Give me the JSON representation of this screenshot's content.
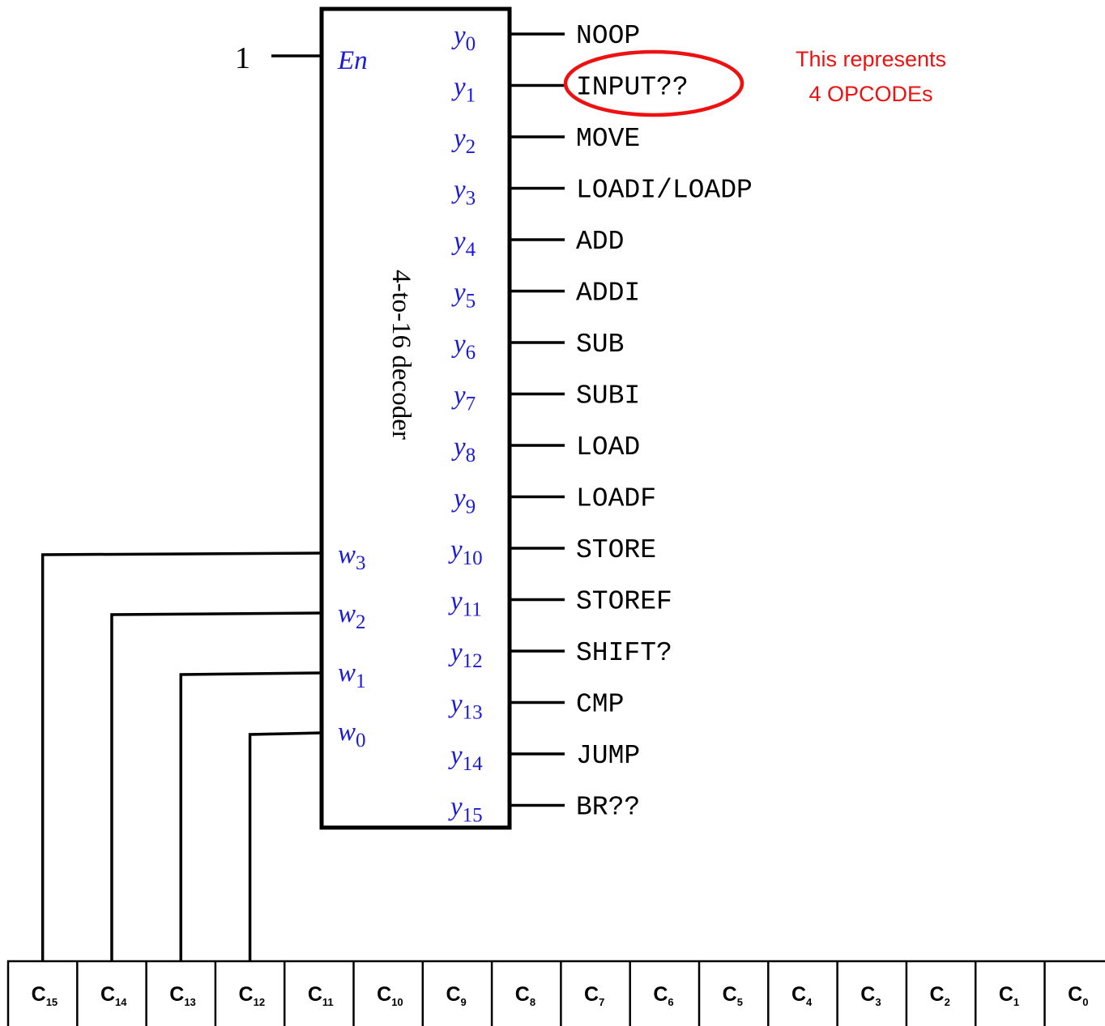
{
  "enable_input": {
    "value": "1",
    "label": "En"
  },
  "decoder_title": "4-to-16 decoder",
  "outputs": [
    {
      "var": "y",
      "sub": "0",
      "opcode": "NOOP"
    },
    {
      "var": "y",
      "sub": "1",
      "opcode": "INPUT??"
    },
    {
      "var": "y",
      "sub": "2",
      "opcode": "MOVE"
    },
    {
      "var": "y",
      "sub": "3",
      "opcode": "LOADI/LOADP"
    },
    {
      "var": "y",
      "sub": "4",
      "opcode": "ADD"
    },
    {
      "var": "y",
      "sub": "5",
      "opcode": "ADDI"
    },
    {
      "var": "y",
      "sub": "6",
      "opcode": "SUB"
    },
    {
      "var": "y",
      "sub": "7",
      "opcode": "SUBI"
    },
    {
      "var": "y",
      "sub": "8",
      "opcode": "LOAD"
    },
    {
      "var": "y",
      "sub": "9",
      "opcode": "LOADF"
    },
    {
      "var": "y",
      "sub": "10",
      "opcode": "STORE"
    },
    {
      "var": "y",
      "sub": "11",
      "opcode": "STOREF"
    },
    {
      "var": "y",
      "sub": "12",
      "opcode": "SHIFT?"
    },
    {
      "var": "y",
      "sub": "13",
      "opcode": "CMP"
    },
    {
      "var": "y",
      "sub": "14",
      "opcode": "JUMP"
    },
    {
      "var": "y",
      "sub": "15",
      "opcode": "BR??"
    }
  ],
  "inputs": [
    {
      "var": "w",
      "sub": "3",
      "connects_to": "15"
    },
    {
      "var": "w",
      "sub": "2",
      "connects_to": "14"
    },
    {
      "var": "w",
      "sub": "1",
      "connects_to": "13"
    },
    {
      "var": "w",
      "sub": "0",
      "connects_to": "12"
    }
  ],
  "annotation": {
    "line1": "This represents",
    "line2": "4 OPCODEs",
    "color": "#ee1111",
    "highlighted_opcode": "INPUT??"
  },
  "register": {
    "letter": "C",
    "bits": [
      "15",
      "14",
      "13",
      "12",
      "11",
      "10",
      "9",
      "8",
      "7",
      "6",
      "5",
      "4",
      "3",
      "2",
      "1",
      "0"
    ]
  },
  "colors": {
    "pin_label": "#1a1adb",
    "wire": "#000000"
  }
}
